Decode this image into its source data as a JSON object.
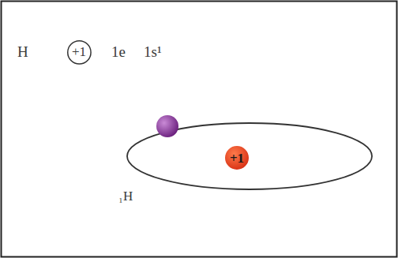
{
  "diagram": {
    "nodes": [
      {
        "text": [
          "+1"
        ]
      },
      {
        "text": [
          "+1"
        ]
      }
    ],
    "labels": [
      "H",
      "1e",
      "1s¹",
      "₁H"
    ]
  }
}
